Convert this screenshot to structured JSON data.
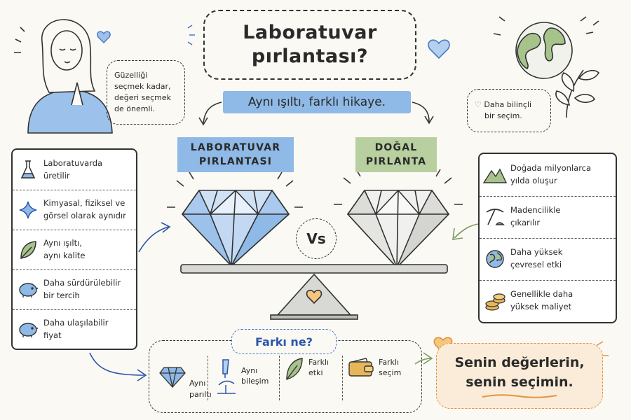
{
  "title": {
    "line1": "Laboratuvar",
    "line2": "pırlantası?"
  },
  "subtitle": "Aynı ışıltı, farklı hikaye.",
  "lab_tag": {
    "line1": "LABORATUVAR",
    "line2": "PIRLANTASI"
  },
  "natural_tag": {
    "line1": "DOĞAL",
    "line2": "PIRLANTA"
  },
  "vs_label": "Vs",
  "quote_left": {
    "line1": "Güzelliği",
    "line2": "seçmek kadar,",
    "line3": "değeri seçmek",
    "line4": "de önemli."
  },
  "quote_right": {
    "line1": "Daha bilinçli",
    "line2": "bir seçim."
  },
  "lab_features": [
    {
      "icon": "flask-icon",
      "line1": "Laboratuvarda",
      "line2": "üretilir"
    },
    {
      "icon": "sparkle-icon",
      "line1": "Kimyasal, fiziksel ve",
      "line2": "görsel olarak aynıdır"
    },
    {
      "icon": "leaf-icon",
      "line1": "Aynı ışıltı,",
      "line2": "aynı kalite"
    },
    {
      "icon": "piggy-bank-icon",
      "line1": "Daha sürdürülebilir",
      "line2": "bir tercih"
    },
    {
      "icon": "piggy-bank-icon",
      "line1": "Daha ulaşılabilir",
      "line2": "fiyat"
    }
  ],
  "natural_features": [
    {
      "icon": "mountain-icon",
      "line1": "Doğada milyonlarca",
      "line2": "yılda oluşur"
    },
    {
      "icon": "pickaxe-icon",
      "line1": "Madencilikle",
      "line2": "çıkarılır"
    },
    {
      "icon": "globe-icon",
      "line1": "Daha yüksek",
      "line2": "çevresel etki"
    },
    {
      "icon": "coins-icon",
      "line1": "Genellikle daha",
      "line2": "yüksek maliyet"
    }
  ],
  "difference": {
    "title": "Farkı ne?",
    "items": [
      {
        "icon": "diamond-icon",
        "line1": "Aynı",
        "line2": "parıltı"
      },
      {
        "icon": "microscope-icon",
        "line1": "Aynı",
        "line2": "bileşim"
      },
      {
        "icon": "leaf-icon",
        "line1": "Farklı",
        "line2": "etki"
      },
      {
        "icon": "wallet-icon",
        "line1": "Farklı",
        "line2": "seçim"
      }
    ]
  },
  "values_message": {
    "line1": "Senin değerlerin,",
    "line2": "senin seçimin."
  },
  "colors": {
    "blue": "#8fb9e6",
    "green": "#b8cfa0",
    "orange": "#e09440",
    "ink": "#2a2a2a"
  }
}
